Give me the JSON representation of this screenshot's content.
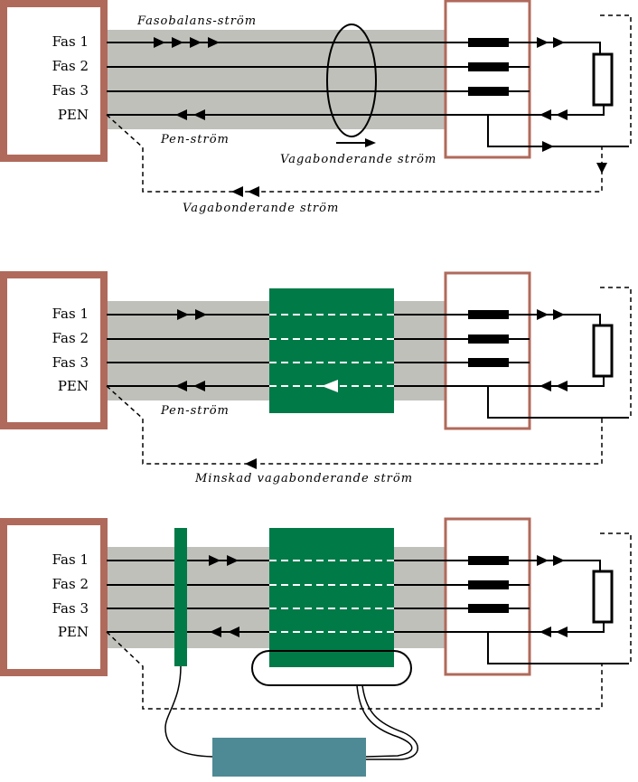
{
  "phase_labels": [
    "Fas 1",
    "Fas 2",
    "Fas 3",
    "PEN"
  ],
  "panel1": {
    "fasobalans": "Fasobalans-ström",
    "pen": "Pen-ström",
    "vagabond_inner": "Vagabonderande ström",
    "vagabond_outer": "Vagabonderande ström"
  },
  "panel2": {
    "pen": "Pen-ström",
    "minskad": "Minskad vagabonderande ström"
  },
  "colors": {
    "source_border": "#b06a5b",
    "cable_band": "#c0c0bb",
    "filter_green": "#007a47",
    "device_teal": "#4e8a95",
    "line": "#000000"
  }
}
